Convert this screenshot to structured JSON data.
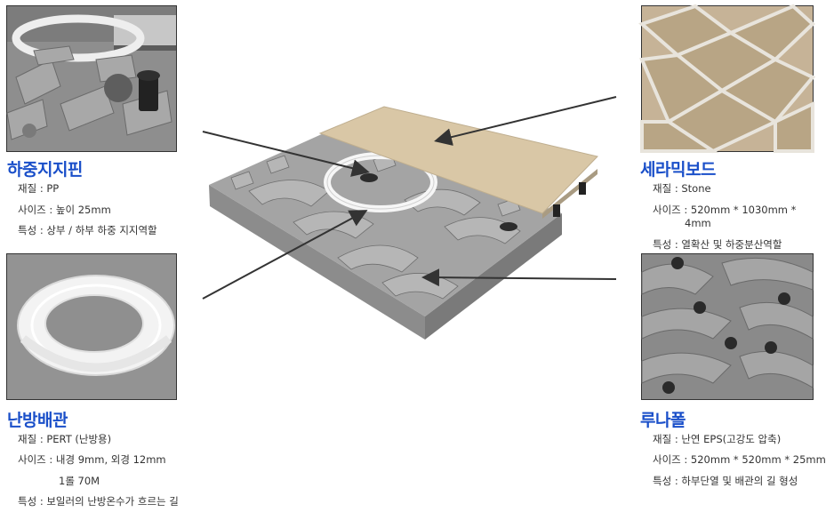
{
  "components": {
    "pin": {
      "title": "하중지지핀",
      "material": "재질 : PP",
      "size": "사이즈 : 높이 25mm",
      "feature": "특성 : 상부 / 하부 하중 지지역할"
    },
    "pipe": {
      "title": "난방배관",
      "material": "재질 : PERT (난방용)",
      "size_line1": "사이즈 : 내경 9mm, 외경 12mm",
      "size_line2": "1롤 70M",
      "feature": "특성 : 보일러의 난방온수가 흐르는 길"
    },
    "board": {
      "title": "세라믹보드",
      "material": "재질 : Stone",
      "size_line1": "사이즈 : 520mm * 1030mm *",
      "size_line2": "4mm",
      "feature": "특성 : 열확산 및 하중분산역할"
    },
    "lunapol": {
      "title": "루나폴",
      "material": "재질 : 난연 EPS(고강도 압축)",
      "size": "사이즈 : 520mm * 520mm * 25mm",
      "feature": "특성 : 하부단열 및 배관의 길 형성"
    }
  },
  "colors": {
    "title_blue": "#1a4fc9",
    "eps_gray": "#9b9b9b",
    "board_beige": "#d8c6a8",
    "pipe_white": "#f4f4f4"
  }
}
